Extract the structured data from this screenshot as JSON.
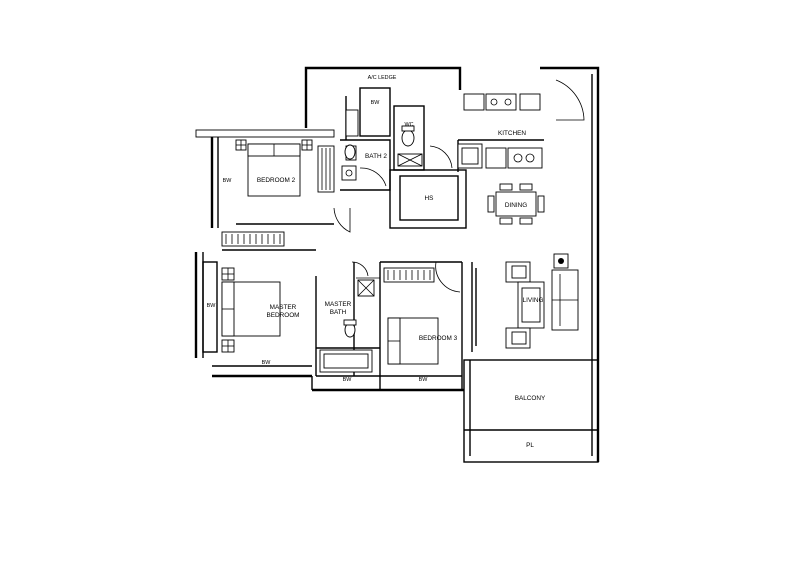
{
  "labels": {
    "ac_ledge": "A/C LEDGE",
    "bw_top": "BW",
    "wc": "WC",
    "kitchen": "KITCHEN",
    "bath2": "BATH 2",
    "bedroom2": "BEDROOM 2",
    "bw_bed2": "BW",
    "hs": "HS",
    "dining": "DINING",
    "living": "LIVING",
    "bw_master_side": "BW",
    "master_bedroom_1": "MASTER",
    "master_bedroom_2": "BEDROOM",
    "master_bath_1": "MASTER",
    "master_bath_2": "BATH",
    "bedroom3": "BEDROOM 3",
    "bw_master_bottom": "BW",
    "bw_bath_bottom": "BW",
    "bw_bed3_bottom": "BW",
    "balcony": "BALCONY",
    "pl": "PL"
  }
}
